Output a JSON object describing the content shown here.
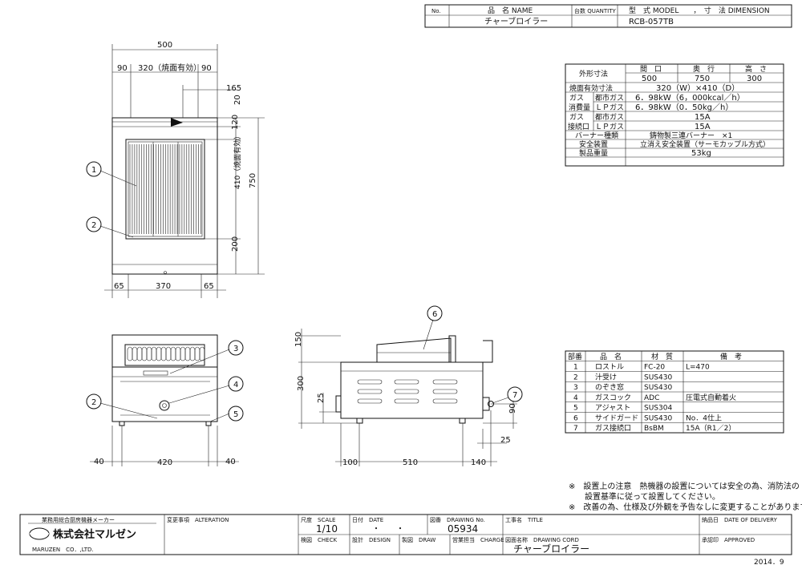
{
  "title_block": {
    "no_header": "No.",
    "name_header": "品　名 NAME",
    "qty_header": "台数 QUANTITY",
    "model_header": "型　式 MODEL　　，　寸　法 DIMENSION",
    "product_name": "チャーブロイラー",
    "model": "RCB-057TB"
  },
  "spec_table": {
    "outer_dims_label": "外形寸法",
    "col_headers": [
      "間　口",
      "奥　行",
      "高　さ"
    ],
    "outer_dims_values": [
      "500",
      "750",
      "300"
    ],
    "rows": [
      {
        "label": "焼面有効寸法",
        "sub": "",
        "value": "320（W）×410（D）"
      },
      {
        "label": "ガス",
        "sub": "都市ガス",
        "value": "6．98kW（6，000kcal／h）"
      },
      {
        "label": "消費量",
        "sub": "ＬＰガス",
        "value": "6．98kW（0．50kg／h）"
      },
      {
        "label": "ガス",
        "sub": "都市ガス",
        "value": "15A"
      },
      {
        "label": "接続口",
        "sub": "ＬＰガス",
        "value": "15A"
      },
      {
        "label": "バーナー種類",
        "sub": "",
        "value": "鋳物製三連バーナー　×1"
      },
      {
        "label": "安全装置",
        "sub": "",
        "value": "立消え安全装置（サーモカップル方式）"
      },
      {
        "label": "製品重量",
        "sub": "",
        "value": "53kg"
      }
    ]
  },
  "parts_table": {
    "headers": [
      "部番",
      "品　名",
      "材　質",
      "備　考"
    ],
    "rows": [
      [
        "1",
        "ロストル",
        "FC-20",
        "L=470"
      ],
      [
        "2",
        "汁受け",
        "SUS430",
        ""
      ],
      [
        "3",
        "のぞき窓",
        "SUS430",
        ""
      ],
      [
        "4",
        "ガスコック",
        "ADC",
        "圧電式自動着火"
      ],
      [
        "5",
        "アジャスト",
        "SUS304",
        ""
      ],
      [
        "6",
        "サイドガード",
        "SUS430",
        "No．4仕上"
      ],
      [
        "7",
        "ガス接続口",
        "BsBM",
        "15A（R1／2）"
      ]
    ]
  },
  "notes": [
    "※　設置上の注意　熱機器の設置については安全の為、消防法の",
    "　　設置基準に従って設置してください。",
    "※　改善の為、仕様及び外観を予告なしに変更することがあります。"
  ],
  "dims_top": {
    "overall_w": "500",
    "left": "90",
    "mid": "320（焼面有効）",
    "right": "90",
    "d165": "165",
    "d20": "20",
    "d120": "120",
    "d410": "410（焼面有効）",
    "d750": "750",
    "d200": "200",
    "b65l": "65",
    "b370": "370",
    "b65r": "65"
  },
  "dims_front": {
    "d40l": "40",
    "d420": "420",
    "d40r": "40"
  },
  "dims_side": {
    "d150": "150",
    "d300": "300",
    "d25": "25",
    "d90": "90",
    "d25b": "25",
    "d100": "100",
    "d510": "510",
    "d140": "140"
  },
  "callouts": [
    "1",
    "2",
    "3",
    "4",
    "2",
    "5",
    "6",
    "7"
  ],
  "bottom_block": {
    "maker_caption": "業務用総合厨房機器メーカー",
    "company_name": "株式会社マルゼン",
    "company_en": "MARUZEN　CO．,LTD.",
    "alteration": "変更事項　ALTERATION",
    "scale_label": "尺度　SCALE",
    "scale_value": "1/10",
    "date_label": "日付　DATE",
    "date_value": "・　　・",
    "drawing_no_label": "図番　DRAWING No.",
    "drawing_no_value": "05934",
    "title_label": "工事名　TITLE",
    "delivery_label": "納品日　DATE OF DELIVERY",
    "check_label": "検図　CHECK",
    "design_label": "設計　DESIGN",
    "draw_label": "製図　DRAW",
    "charge_label": "営業担当　CHARGE",
    "cord_label": "図面名称　DRAWING CORD",
    "cord_value": "チャーブロイラー",
    "approved_label": "承認印　APPROVED",
    "year": "2014．9"
  }
}
